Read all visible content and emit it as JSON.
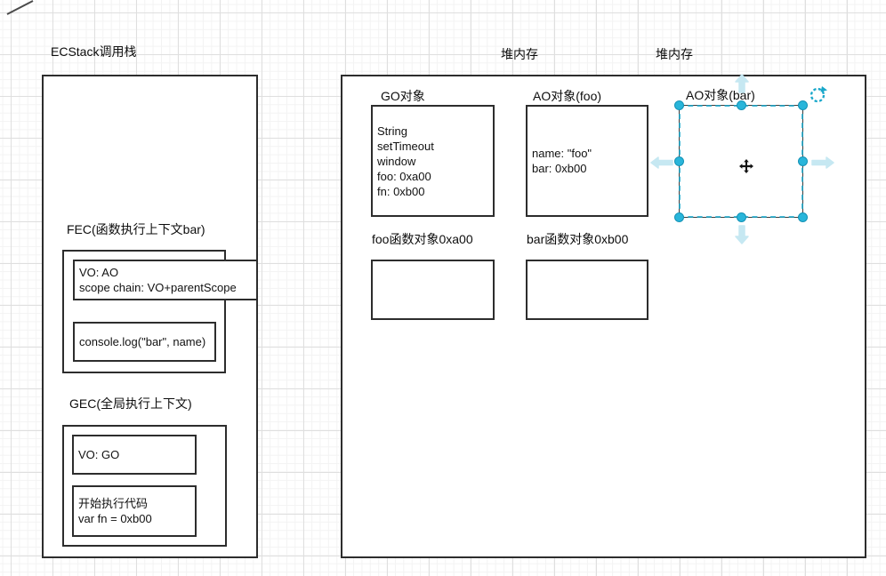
{
  "colors": {
    "shape_stroke": "#2d2d2d",
    "selection_accent": "#29b5da",
    "selection_accent_dark": "#1593b6",
    "pale_arrow": "#c6e8f2",
    "grid_major": "#dfdfdf",
    "grid_minor": "#f3f3f3"
  },
  "icons": {
    "rotate": "rotate-icon",
    "move": "move-cursor-icon",
    "clone_arrows": "direction-arrow-icons"
  },
  "left_panel": {
    "title": "ECStack调用栈",
    "fec": {
      "label": "FEC(函数执行上下文bar)",
      "vo_lines": [
        "VO: AO",
        "scope chain: VO+parentScope"
      ],
      "console_text": "console.log(\"bar\", name)"
    },
    "gec": {
      "label": "GEC(全局执行上下文)",
      "vo_text": "VO: GO",
      "code_lines": [
        "开始执行代码",
        "var fn = 0xb00"
      ]
    }
  },
  "heap": {
    "title_1": "堆内存",
    "title_2": "堆内存",
    "go": {
      "label": "GO对象",
      "lines": [
        "String",
        "setTimeout",
        "window",
        "foo: 0xa00",
        "fn: 0xb00"
      ]
    },
    "ao_foo": {
      "label": "AO对象(foo)",
      "lines": [
        "name: \"foo\"",
        "bar: 0xb00"
      ]
    },
    "ao_bar": {
      "label": "AO对象(bar)"
    },
    "foo_fn_label": "foo函数对象0xa00",
    "bar_fn_label": "bar函数对象0xb00"
  }
}
